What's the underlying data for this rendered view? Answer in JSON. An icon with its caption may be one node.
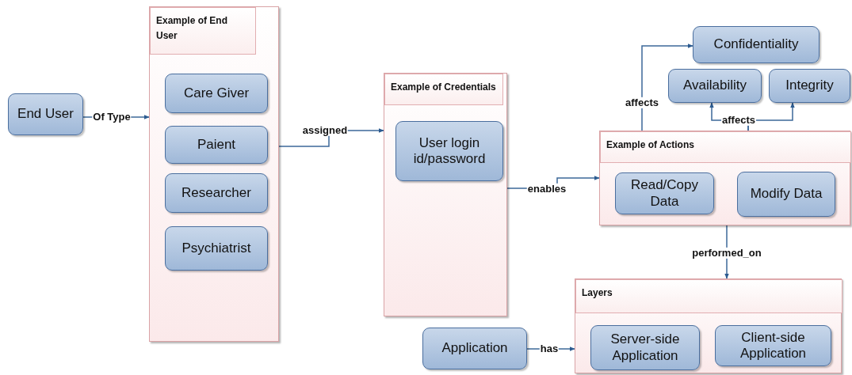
{
  "diagram": {
    "nodes": [
      {
        "text": [
          "End User"
        ]
      },
      {
        "text": [
          "Example of End User"
        ]
      },
      {
        "text": [
          "Care Giver"
        ],
        "in": 1
      },
      {
        "text": [
          "Paient"
        ],
        "in": 1
      },
      {
        "text": [
          "Researcher"
        ],
        "in": 1
      },
      {
        "text": [
          "Psychiatrist"
        ],
        "in": 1
      },
      {
        "text": [
          "Example of Credentials"
        ]
      },
      {
        "text": [
          "User login id/password"
        ],
        "in": 6
      },
      {
        "text": [
          "Confidentiality"
        ]
      },
      {
        "text": [
          "Availability"
        ]
      },
      {
        "text": [
          "Integrity"
        ]
      },
      {
        "text": [
          "Example of Actions"
        ]
      },
      {
        "text": [
          "Read/Copy Data"
        ],
        "in": 11
      },
      {
        "text": [
          "Modify Data"
        ],
        "in": 11
      },
      {
        "text": [
          "Layers"
        ]
      },
      {
        "text": [
          "Server-side Application"
        ],
        "in": 14
      },
      {
        "text": [
          "Client-side Application"
        ],
        "in": 14
      },
      {
        "text": [
          "Application"
        ]
      }
    ],
    "edges": [
      {
        "from": 0,
        "to": 1,
        "arrow": "to",
        "label": "Of Type"
      },
      {
        "from": 1,
        "to": 6,
        "arrow": "to",
        "label": "assigned"
      },
      {
        "from": 6,
        "to": 11,
        "arrow": "to",
        "label": "enables"
      },
      {
        "from": 12,
        "to": 8,
        "arrow": "to",
        "label": "affects"
      },
      {
        "from": 13,
        "to": 9,
        "arrow": "to",
        "label": "affects"
      },
      {
        "from": 13,
        "to": 10,
        "arrow": "to"
      },
      {
        "from": 11,
        "to": 14,
        "arrow": "to",
        "label": "performed_on"
      },
      {
        "from": 17,
        "to": 14,
        "arrow": "to",
        "label": "has"
      }
    ]
  }
}
